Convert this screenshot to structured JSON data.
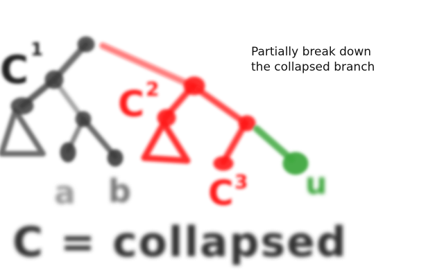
{
  "caption": "Partially break down\nthe collapsed branch",
  "labels": {
    "c1": "C",
    "c1_sup": "1",
    "c2": "C",
    "c2_sup": "2",
    "c3": "C",
    "c3_sup": "3",
    "leaf_a": "a",
    "leaf_b": "b",
    "leaf_u": "u",
    "bottom_text": "C = collapsed"
  },
  "colors": {
    "gray": "#3a3a3a",
    "red": "#ff1a1a",
    "green": "#3fa83f"
  }
}
